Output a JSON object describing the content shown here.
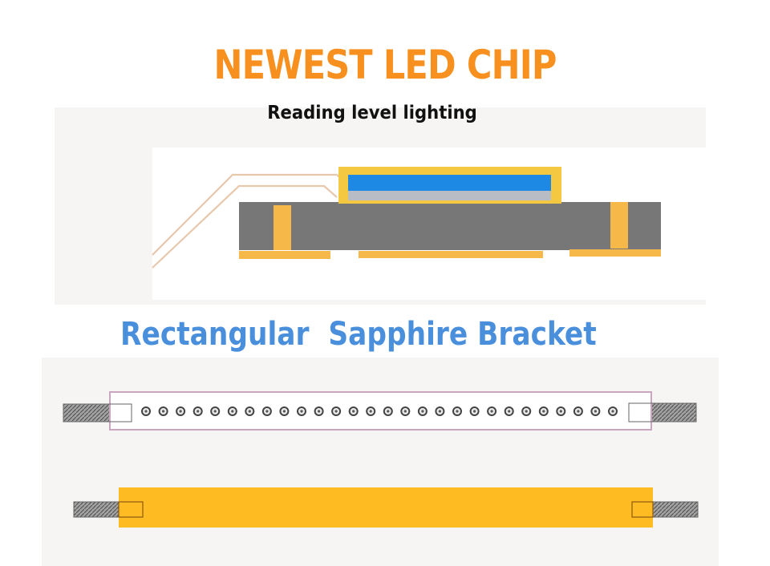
{
  "title": "NEWEST LED CHIP",
  "subtitle": "Reading level lighting",
  "section_heading": "Rectangular  Sapphire Bracket",
  "colors": {
    "title": "#f7901e",
    "heading": "#4a8fdc",
    "gold": "#f7b733",
    "substrate": "#777777",
    "chip_blue": "#1e88e5",
    "bar_yellow": "#ffbb22"
  },
  "strip": {
    "led_count": 28
  }
}
